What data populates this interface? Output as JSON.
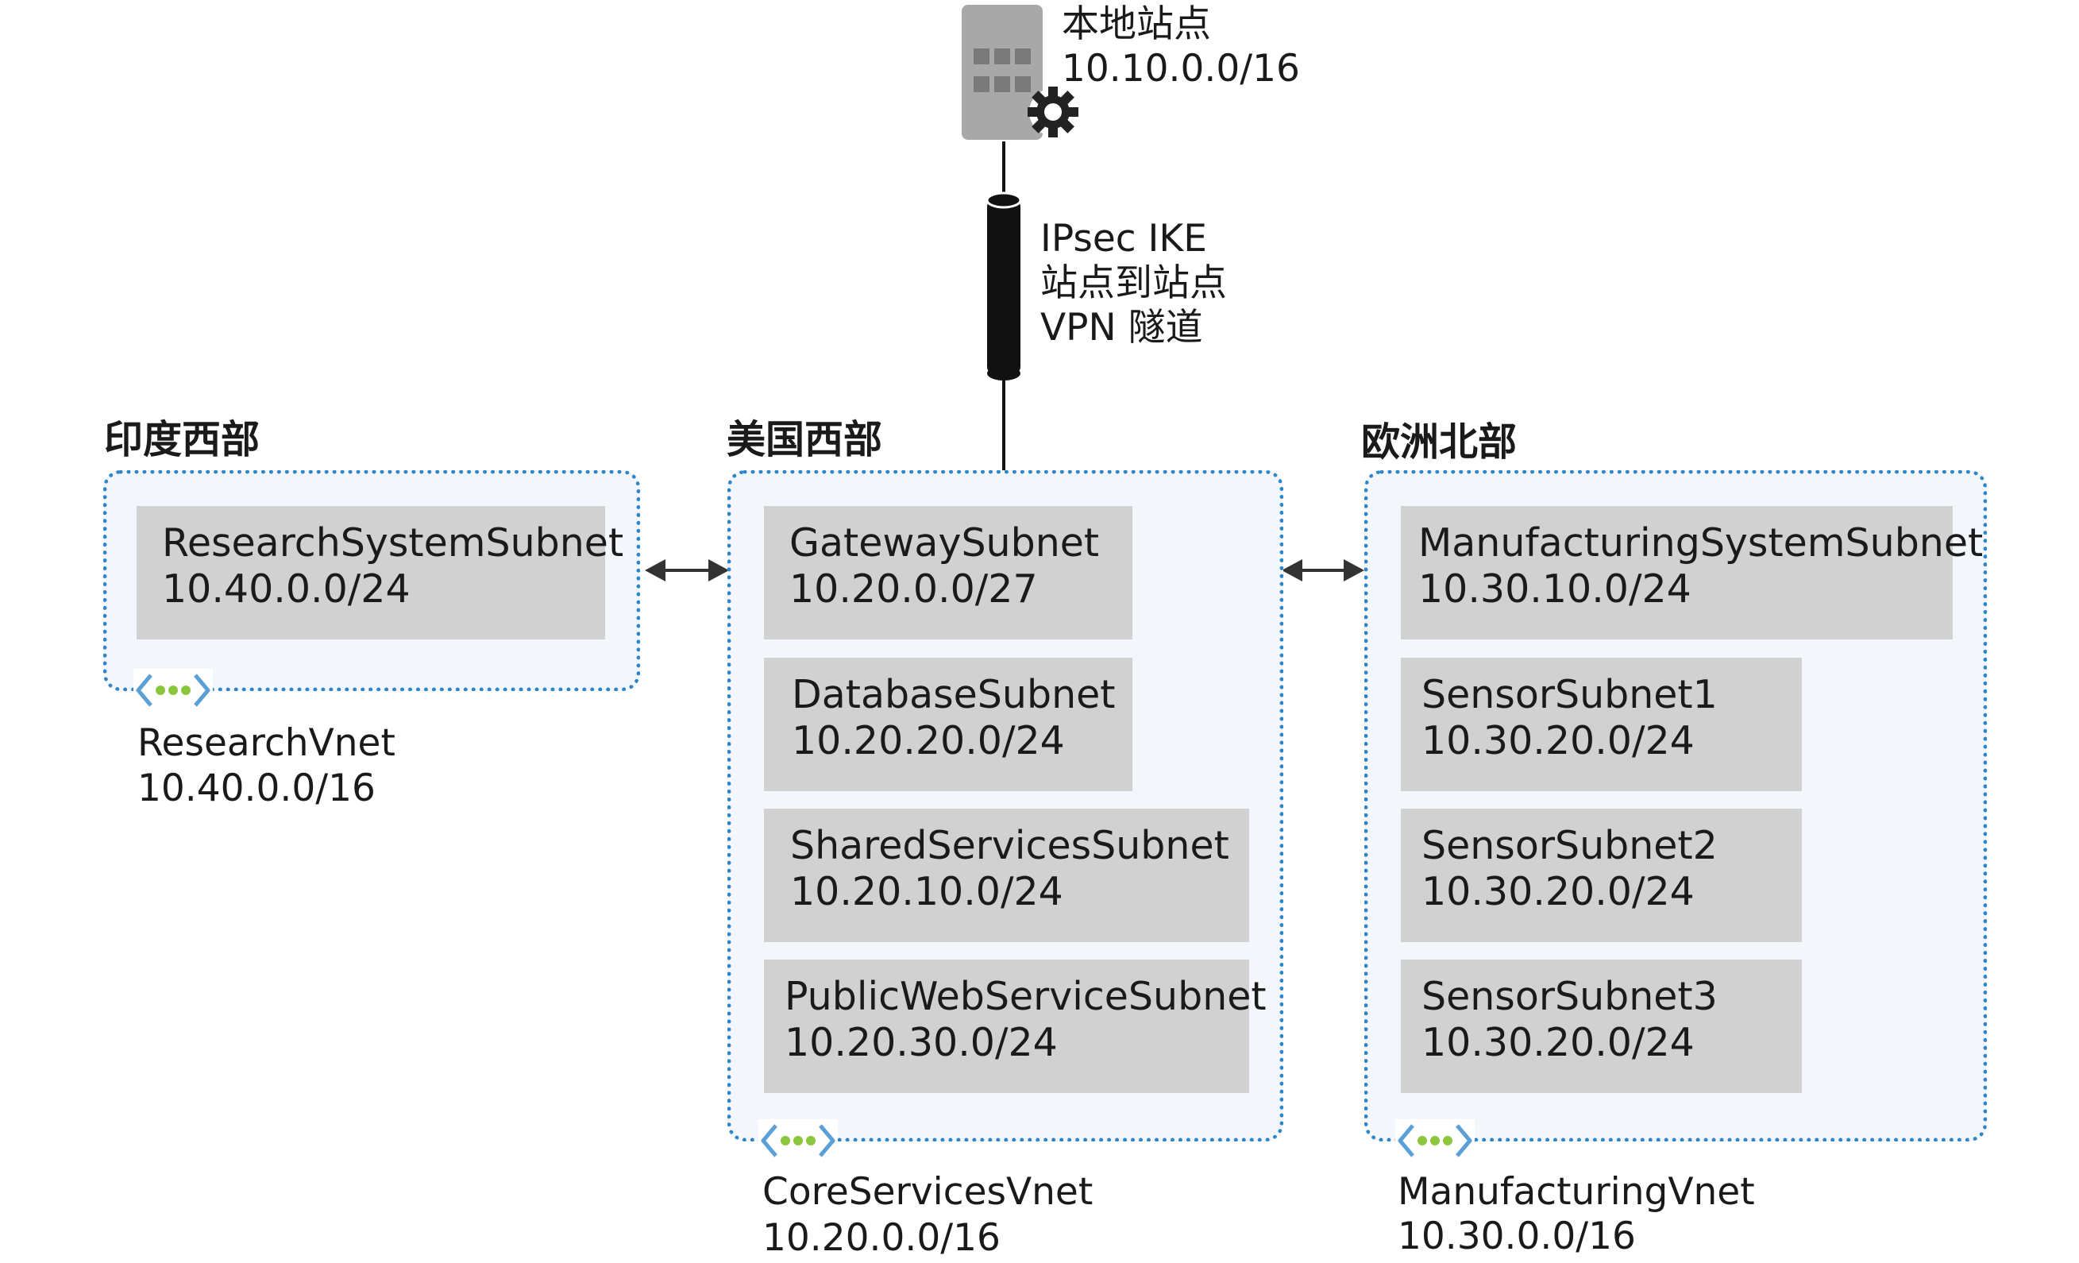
{
  "onprem": {
    "title": "本地站点",
    "cidr": "10.10.0.0/16",
    "icon": "building-gear-icon"
  },
  "tunnel": {
    "line1": "IPsec IKE",
    "line2": "站点到站点",
    "line3": "VPN 隧道"
  },
  "regions": {
    "west_india": "印度西部",
    "west_us": "美国西部",
    "north_europe": "欧洲北部"
  },
  "research_vnet": {
    "name": "ResearchVnet",
    "cidr": "10.40.0.0/16",
    "subnets": [
      {
        "name": "ResearchSystemSubnet",
        "cidr": "10.40.0.0/24"
      }
    ]
  },
  "core_vnet": {
    "name": "CoreServicesVnet",
    "cidr": "10.20.0.0/16",
    "subnets": [
      {
        "name": "GatewaySubnet",
        "cidr": "10.20.0.0/27"
      },
      {
        "name": "DatabaseSubnet",
        "cidr": "10.20.20.0/24"
      },
      {
        "name": "SharedServicesSubnet",
        "cidr": "10.20.10.0/24"
      },
      {
        "name": "PublicWebServiceSubnet",
        "cidr": "10.20.30.0/24"
      }
    ]
  },
  "manufacturing_vnet": {
    "name": "ManufacturingVnet",
    "cidr": "10.30.0.0/16",
    "subnets": [
      {
        "name": "ManufacturingSystemSubnet",
        "cidr": "10.30.10.0/24"
      },
      {
        "name": "SensorSubnet1",
        "cidr": "10.30.20.0/24"
      },
      {
        "name": "SensorSubnet2",
        "cidr": "10.30.20.0/24"
      },
      {
        "name": "SensorSubnet3",
        "cidr": "10.30.20.0/24"
      }
    ]
  },
  "colors": {
    "vnet_border": "#2e86c8",
    "vnet_fill": "#f3f7fb",
    "subnet_fill": "#d1d1d1",
    "vnet_icon_bracket": "#5aa0d6",
    "vnet_icon_dots": "#8cc63f"
  }
}
